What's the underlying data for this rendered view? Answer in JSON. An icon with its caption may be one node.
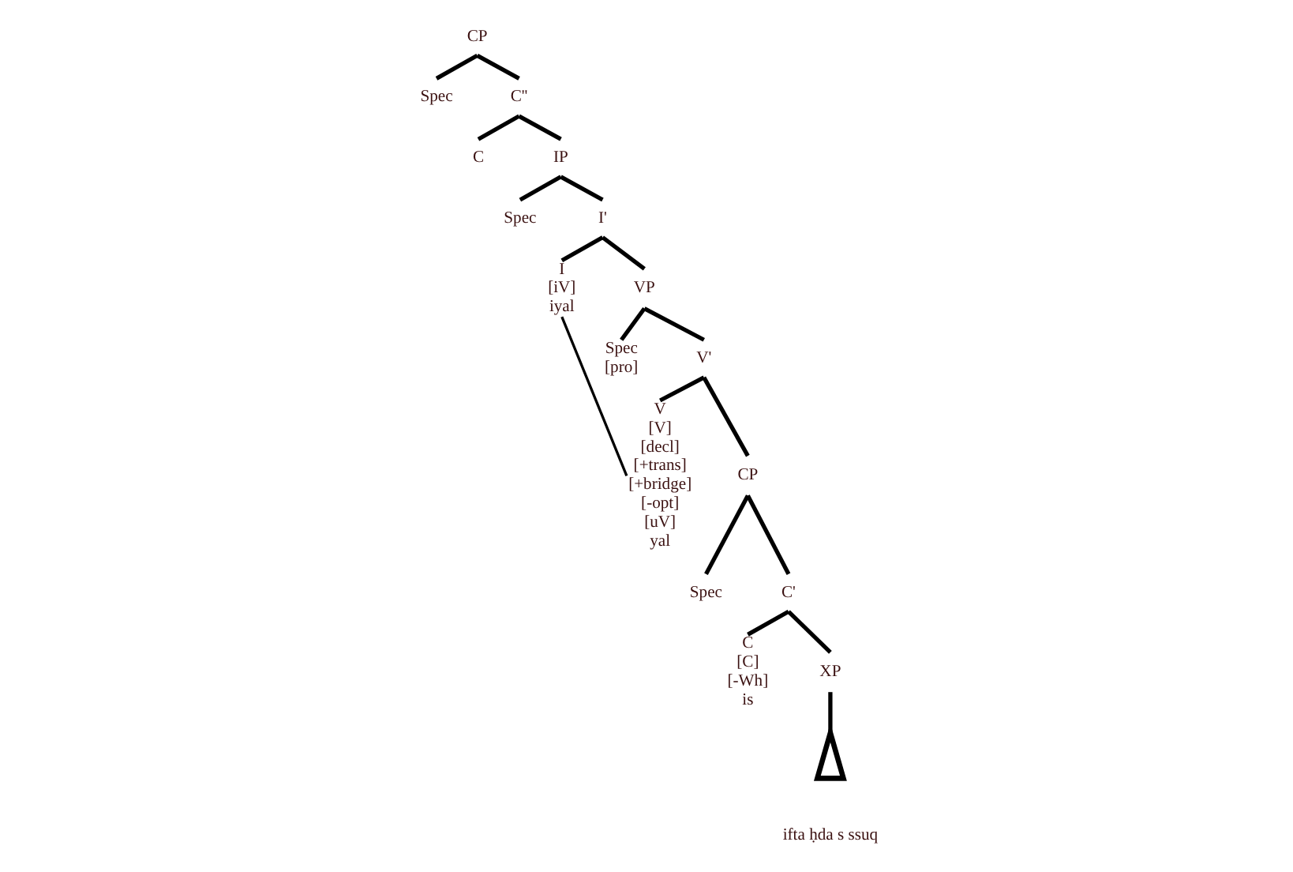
{
  "diagram": {
    "nodes": [
      {
        "text": [
          "CP"
        ]
      },
      {
        "text": [
          "Spec"
        ]
      },
      {
        "text": [
          "C''"
        ]
      },
      {
        "text": [
          "C"
        ]
      },
      {
        "text": [
          "IP"
        ]
      },
      {
        "text": [
          "Spec"
        ]
      },
      {
        "text": [
          "I'"
        ]
      },
      {
        "text": [
          "I",
          "[iV]",
          "iyal"
        ]
      },
      {
        "text": [
          "VP"
        ]
      },
      {
        "text": [
          "Spec",
          "[pro]"
        ]
      },
      {
        "text": [
          "V'"
        ]
      },
      {
        "text": [
          "V",
          "[V]",
          "[decl]",
          "[+trans]",
          "[+bridge]",
          "[-opt]",
          "[uV]",
          "yal"
        ]
      },
      {
        "text": [
          "CP"
        ]
      },
      {
        "text": [
          "Spec"
        ]
      },
      {
        "text": [
          "C'"
        ]
      },
      {
        "text": [
          "C",
          "[C]",
          "[-Wh]",
          "is"
        ]
      },
      {
        "text": [
          "XP"
        ]
      },
      {
        "text": [],
        "shape": "triangle",
        "beside": [
          "ifta ḥda s ssuq"
        ]
      }
    ],
    "edges": [
      {
        "from": 0,
        "to": 1,
        "arrow": "none"
      },
      {
        "from": 0,
        "to": 2,
        "arrow": "none"
      },
      {
        "from": 2,
        "to": 3,
        "arrow": "none"
      },
      {
        "from": 2,
        "to": 4,
        "arrow": "none"
      },
      {
        "from": 4,
        "to": 5,
        "arrow": "none"
      },
      {
        "from": 4,
        "to": 6,
        "arrow": "none"
      },
      {
        "from": 6,
        "to": 7,
        "arrow": "none"
      },
      {
        "from": 6,
        "to": 8,
        "arrow": "none"
      },
      {
        "from": 8,
        "to": 9,
        "arrow": "none"
      },
      {
        "from": 8,
        "to": 10,
        "arrow": "none"
      },
      {
        "from": 10,
        "to": 11,
        "arrow": "none"
      },
      {
        "from": 10,
        "to": 12,
        "arrow": "none"
      },
      {
        "from": 12,
        "to": 13,
        "arrow": "none"
      },
      {
        "from": 12,
        "to": 14,
        "arrow": "none"
      },
      {
        "from": 14,
        "to": 15,
        "arrow": "none"
      },
      {
        "from": 14,
        "to": 16,
        "arrow": "none"
      },
      {
        "from": 16,
        "to": 17,
        "arrow": "none"
      },
      {
        "from": 11,
        "to": 7,
        "arrow": "none"
      }
    ]
  }
}
